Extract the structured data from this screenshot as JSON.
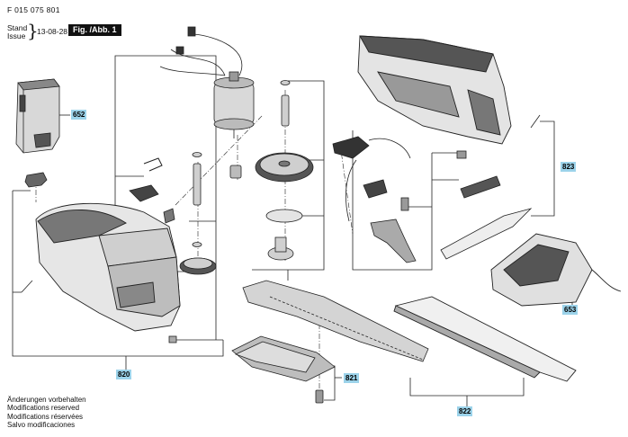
{
  "header": {
    "doc_number": "F 015 075 801",
    "stand_label": "Stand",
    "issue_label": "Issue",
    "date": "13-08-28",
    "figure_label": "Fig. /Abb. 1"
  },
  "part_labels": {
    "battery": "652",
    "front_housing": "820",
    "blade_guard": "821",
    "blade_cover": "822",
    "rear_housing": "823",
    "charger": "653"
  },
  "footer": {
    "lines": [
      "Änderungen vorbehalten",
      "Modifications reserved",
      "Modifications réservées",
      "Salvo modificaciones"
    ]
  },
  "colors": {
    "label_bg": "#9cd3ea",
    "figure_bg": "#111111",
    "line": "#222222",
    "fill_light": "#e4e4e4",
    "fill_mid": "#bdbdbd",
    "fill_dark": "#555555"
  }
}
